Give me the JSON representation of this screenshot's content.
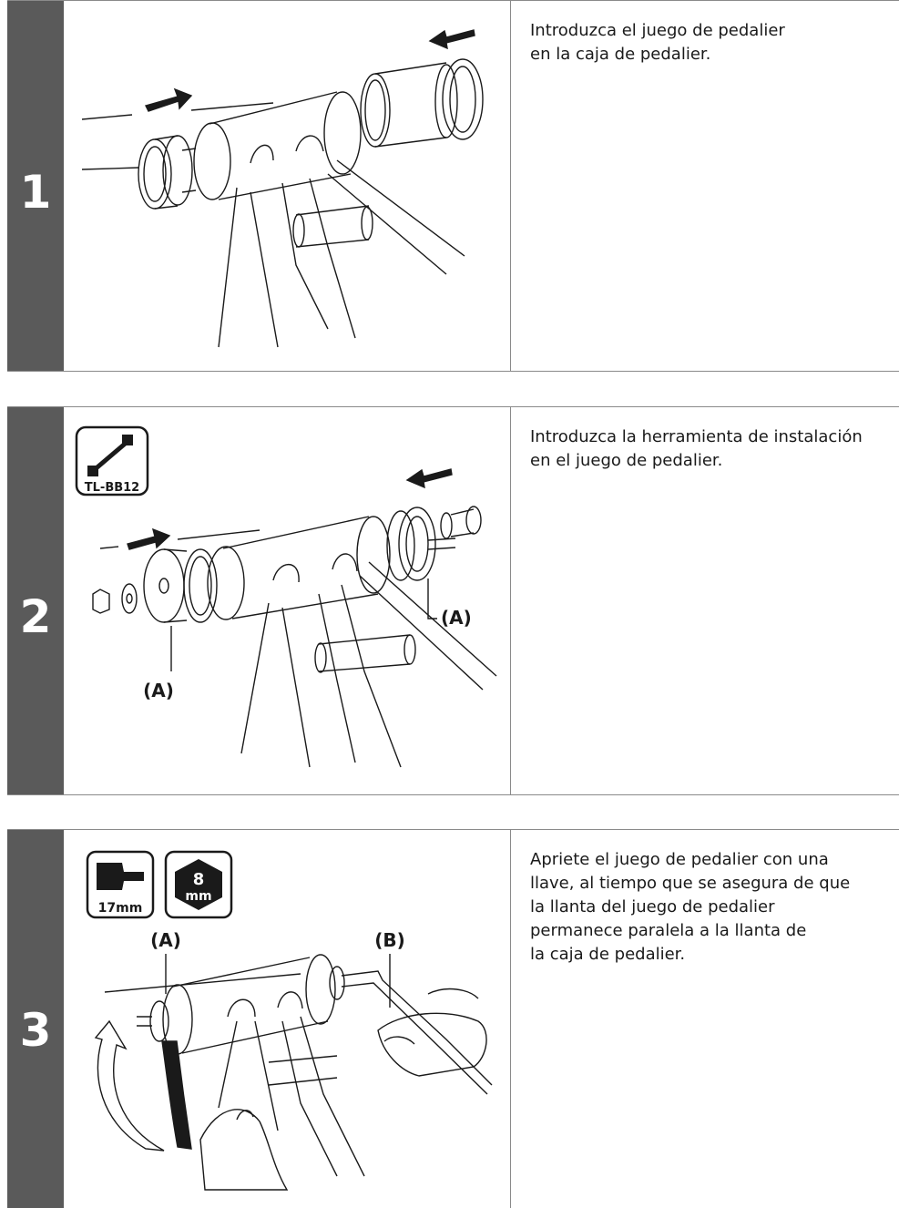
{
  "steps": [
    {
      "number": "1",
      "lines": [
        "Introduzca el juego de pedalier",
        "en la caja de pedalier."
      ]
    },
    {
      "number": "2",
      "tool_label": "TL-BB12",
      "callout_a": "(A)",
      "lines": [
        "Introduzca la herramienta de instalación",
        "en el juego de pedalier."
      ]
    },
    {
      "number": "3",
      "wrench_label": "17mm",
      "hex_label_top": "8",
      "hex_label_bottom": "mm",
      "callout_a": "(A)",
      "callout_b": "(B)",
      "lines": [
        "Apriete el juego de pedalier con una",
        "llave, al tiempo que se asegura de que",
        "la llanta del juego de pedalier",
        "permanece paralela a la llanta de",
        "la caja de pedalier."
      ]
    }
  ],
  "colors": {
    "step_bar": "#5a5a5a",
    "rule": "#8a8a8a",
    "ink": "#1a1a1a"
  },
  "icons": [
    "arrow-icon",
    "tool-tl-bb12-icon",
    "wrench-17mm-icon",
    "hex-key-8mm-icon",
    "rotation-arrow-icon"
  ]
}
